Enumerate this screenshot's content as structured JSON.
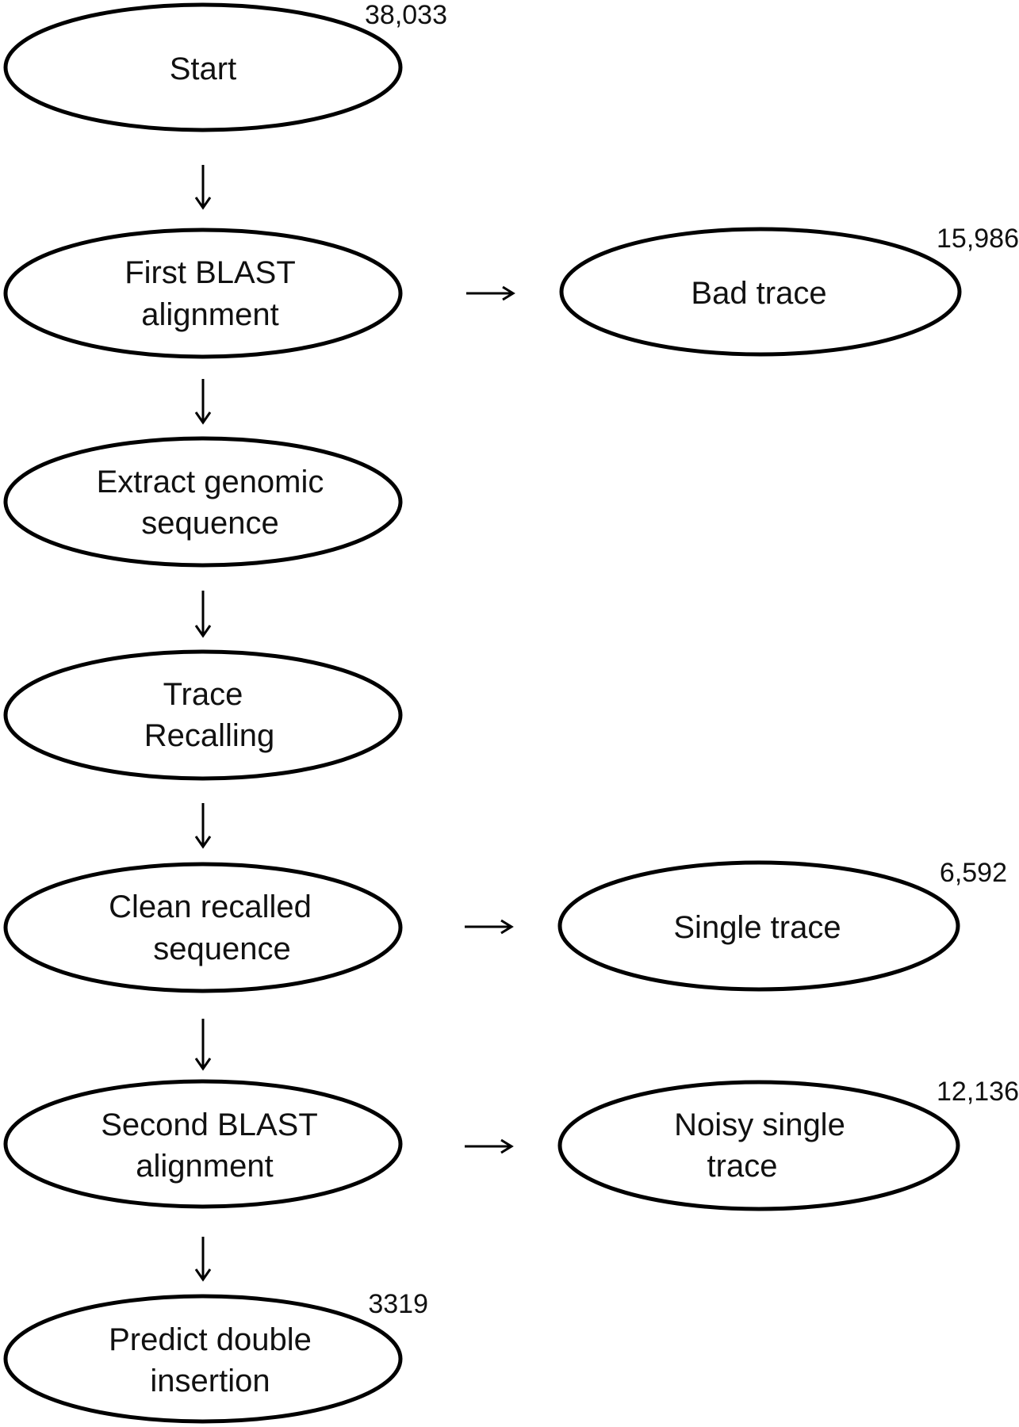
{
  "nodes": {
    "start": {
      "lines": [
        "Start"
      ],
      "count": "38,033"
    },
    "first_blast": {
      "lines": [
        "First BLAST",
        "alignment"
      ]
    },
    "bad_trace": {
      "lines": [
        "Bad trace"
      ],
      "count": "15,986"
    },
    "extract_genomic": {
      "lines": [
        "Extract genomic",
        "sequence"
      ]
    },
    "trace_recalling": {
      "lines": [
        "Trace",
        "Recalling"
      ]
    },
    "clean_recalled": {
      "lines": [
        "Clean recalled",
        "sequence"
      ]
    },
    "single_trace": {
      "lines": [
        "Single trace"
      ],
      "count": "6,592"
    },
    "second_blast": {
      "lines": [
        "Second BLAST",
        "alignment"
      ]
    },
    "noisy_single": {
      "lines": [
        "Noisy single",
        "trace"
      ],
      "count": "12,136"
    },
    "predict_double": {
      "lines": [
        "Predict double",
        "insertion"
      ],
      "count": "3319"
    }
  }
}
